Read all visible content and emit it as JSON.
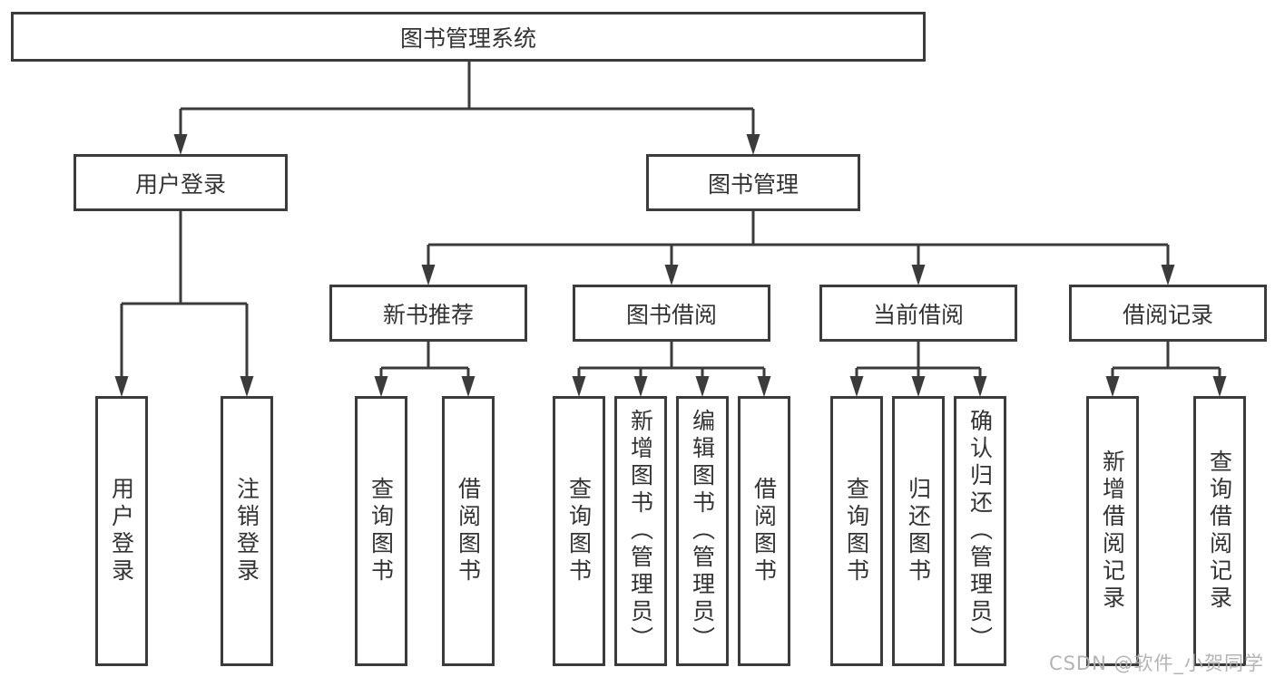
{
  "colors": {
    "line": "#3b3b3b",
    "box_border": "#3b3b3b",
    "text": "#333333",
    "watermark": "#b0b0b0",
    "background": "#ffffff"
  },
  "nodes": {
    "root": "图书管理系统",
    "user_login": "用户登录",
    "book_management": "图书管理",
    "new_book_recommend": "新书推荐",
    "book_borrow": "图书借阅",
    "current_borrow": "当前借阅",
    "borrow_records": "借阅记录"
  },
  "leaves": {
    "user_login": [
      "用户登录",
      "注销登录"
    ],
    "new_book_recommend": [
      "查询图书",
      "借阅图书"
    ],
    "book_borrow": [
      "查询图书",
      "新增图书（管理员）",
      "编辑图书（管理员）",
      "借阅图书"
    ],
    "current_borrow": [
      "查询图书",
      "归还图书",
      "确认归还（管理员）"
    ],
    "borrow_records": [
      "新增借阅记录",
      "查询借阅记录"
    ]
  },
  "watermark": "CSDN @软件_小贺同学"
}
